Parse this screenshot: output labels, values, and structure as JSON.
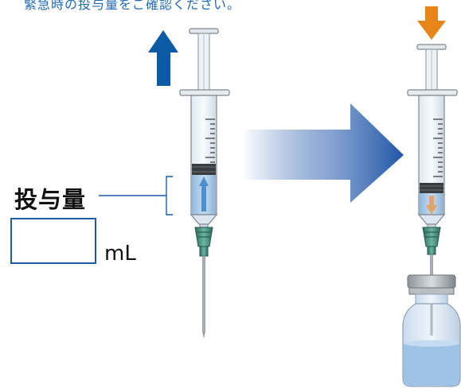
{
  "caption": "緊急時の投与量をご確認ください。",
  "dose_label": "投与量",
  "unit": "mL",
  "colors": {
    "blue_arrow": "#0a5aa5",
    "orange_arrow": "#e6861a",
    "gradient_arrow": "#1f56a6",
    "bracket": "#1f5aa3",
    "needle_hub": "#3a8a78",
    "liquid": "#a8cbe8"
  },
  "icons": [
    "up-arrow-icon",
    "down-arrow-icon",
    "transfer-arrow-icon",
    "syringe-icon",
    "vial-icon"
  ]
}
